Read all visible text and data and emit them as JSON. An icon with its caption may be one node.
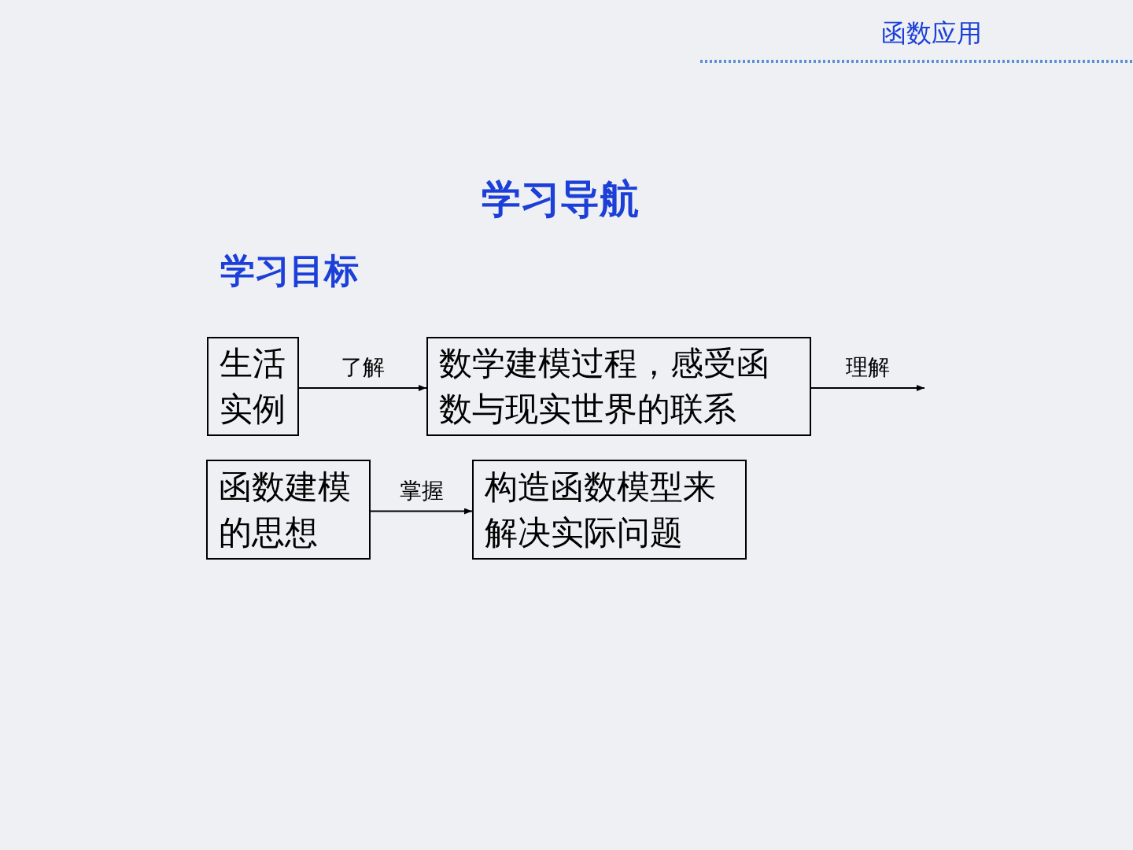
{
  "diagram": {
    "title": "学习导航",
    "nodes": [
      {
        "text": [
          "生活实例"
        ]
      },
      {
        "text": [
          "数学建模过程，感受函数与现实世界的联系"
        ]
      },
      {
        "text": [
          "函数建模的思想"
        ]
      },
      {
        "text": [
          "构造函数模型来解决实际问题"
        ]
      }
    ],
    "edges": [
      {
        "from": 0,
        "to": 1,
        "arrow": "to",
        "label": "了解"
      },
      {
        "from": 1,
        "to": null,
        "arrow": "to",
        "label": "理解"
      },
      {
        "from": 2,
        "to": 3,
        "arrow": "to",
        "label": "掌握"
      }
    ],
    "labels": [
      "函数应用",
      "学习目标"
    ]
  }
}
